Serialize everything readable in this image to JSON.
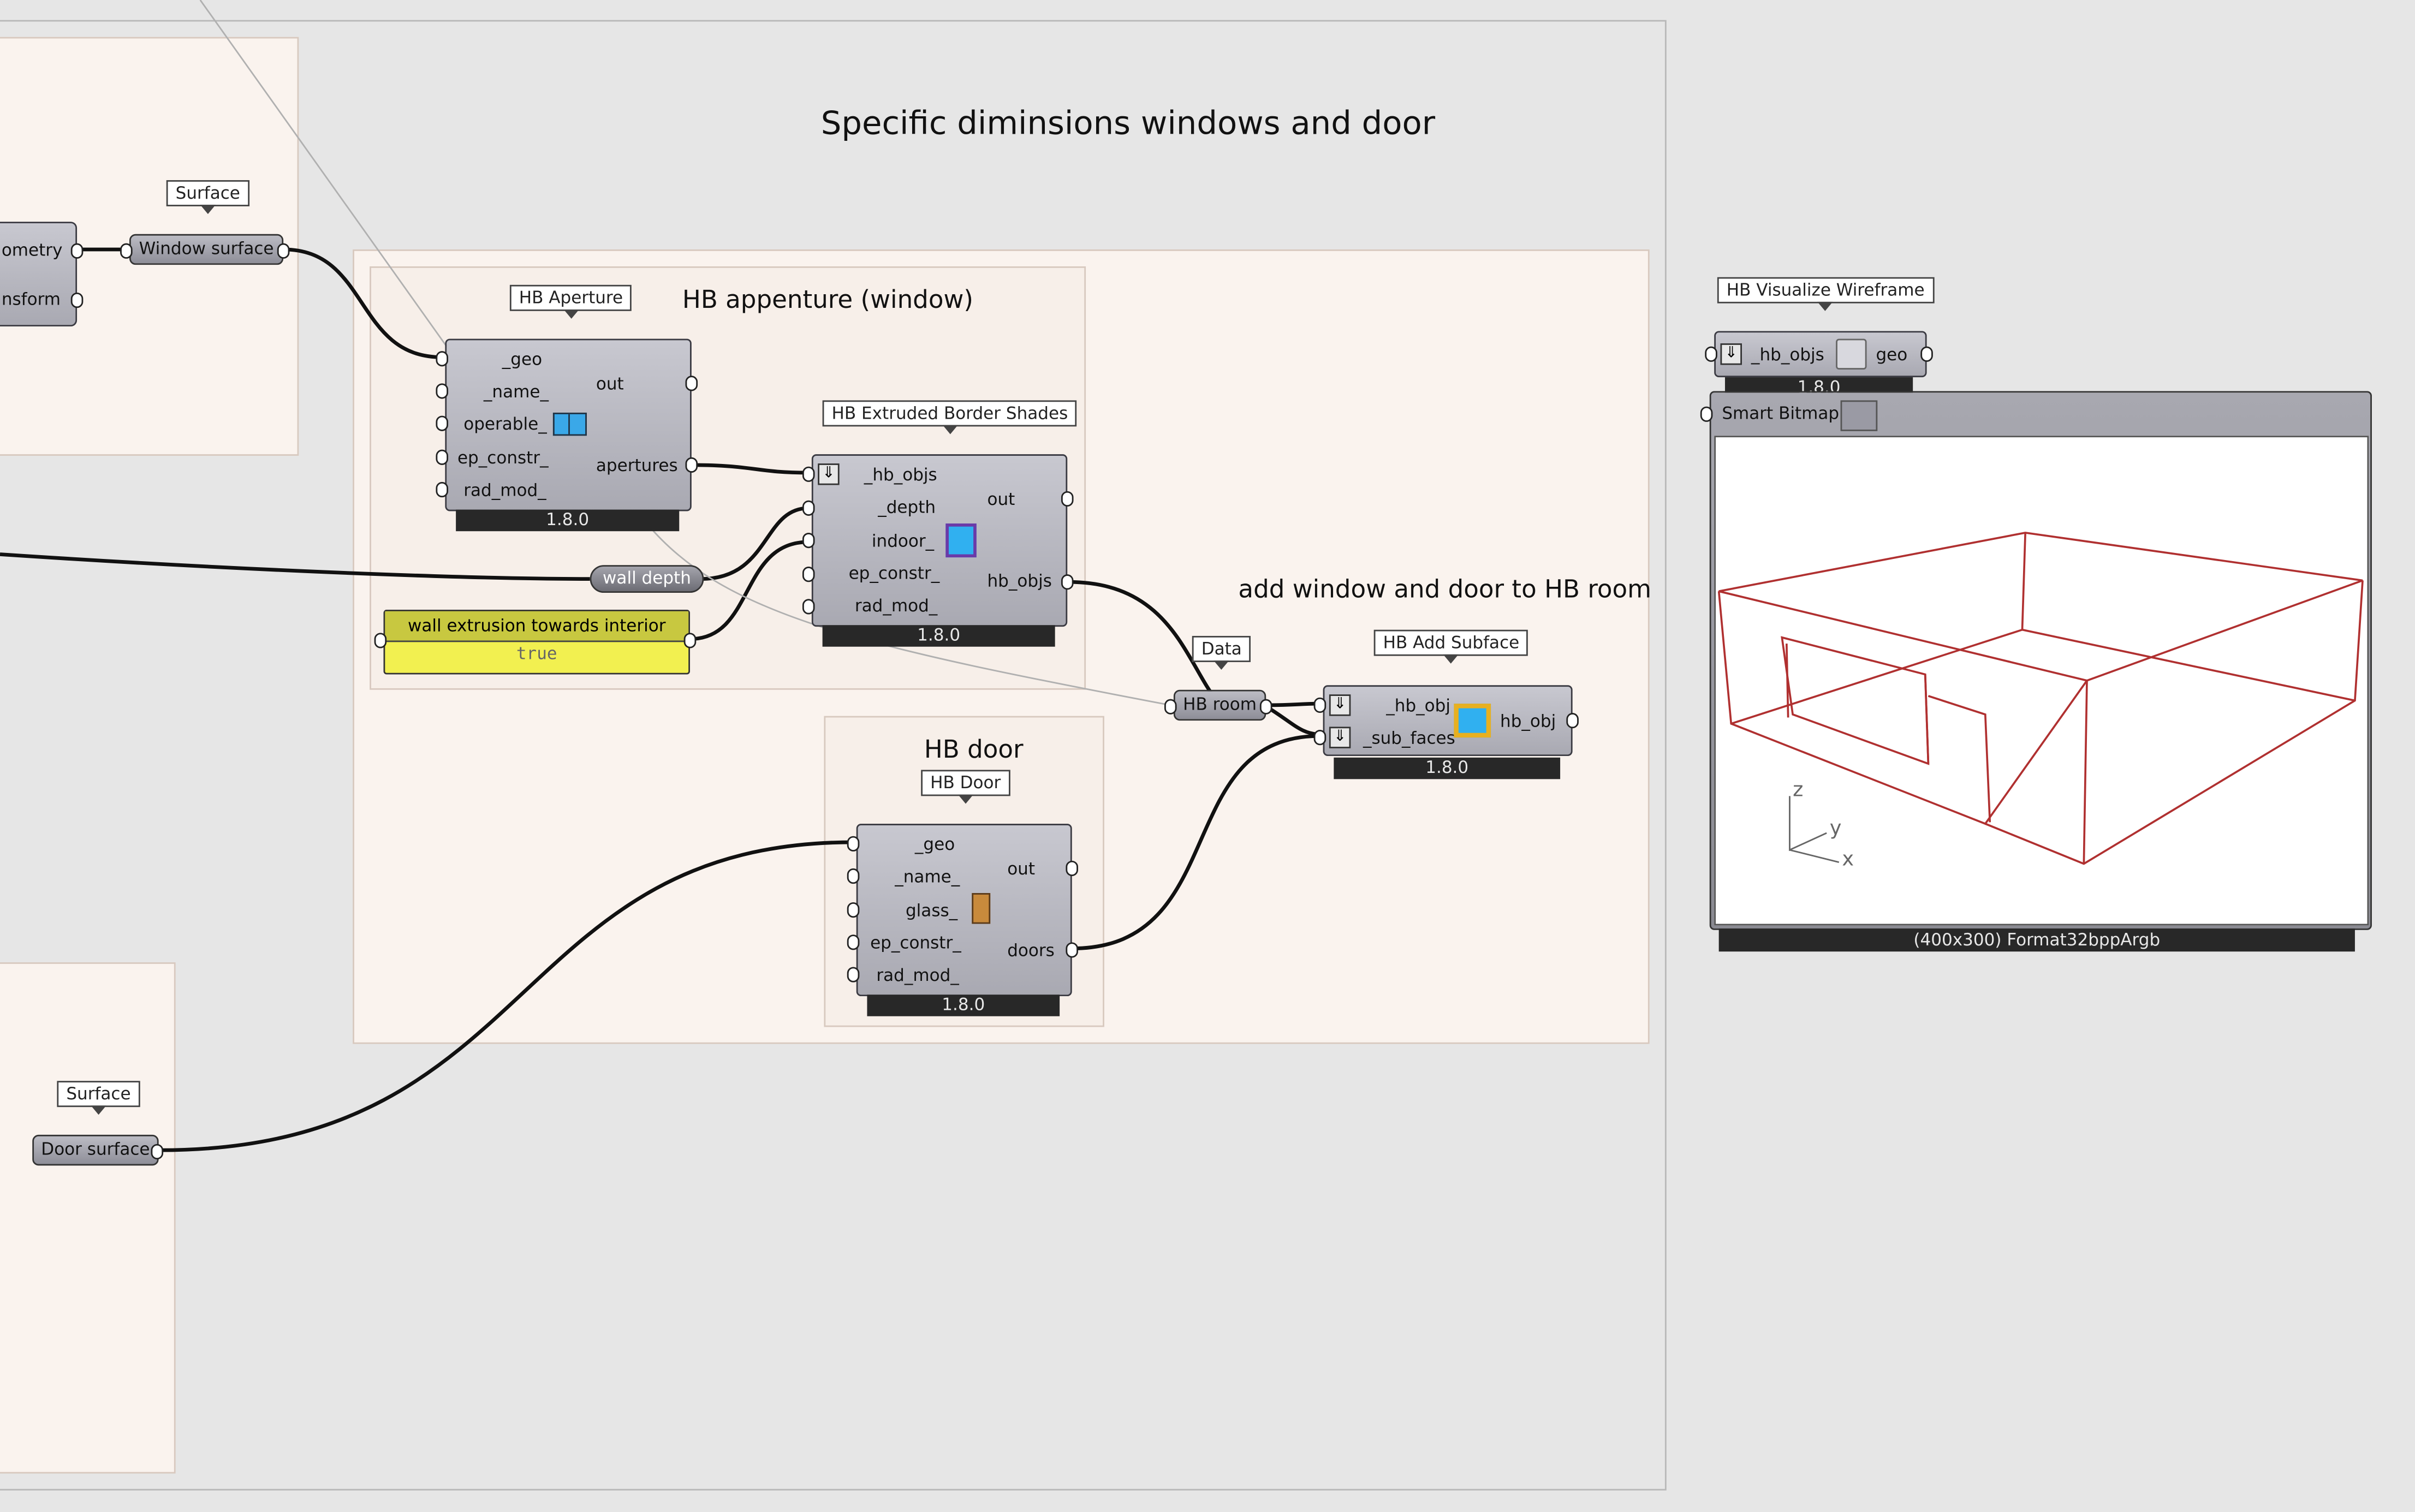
{
  "canvas": {
    "main_title": "Specific diminsions windows and door",
    "room_title": "add window and door to HB room"
  },
  "groups": {
    "aperture_title": "HB appenture (window)",
    "door_title": "HB door"
  },
  "left": {
    "geometry_label": "ometry",
    "transform_label": "nsform"
  },
  "surfaces": {
    "window_note": "Surface",
    "window_label": "Window surface",
    "door_note": "Surface",
    "door_label": "Door surface"
  },
  "aperture": {
    "note": "HB Aperture",
    "inputs": [
      "_geo",
      "_name_",
      "operable_",
      "ep_constr_",
      "rad_mod_"
    ],
    "outputs": [
      "out",
      "apertures"
    ],
    "version": "1.8.0"
  },
  "shades": {
    "note": "HB Extruded Border Shades",
    "inputs": [
      "_hb_objs",
      "_depth",
      "indoor_",
      "ep_constr_",
      "rad_mod_"
    ],
    "outputs": [
      "out",
      "hb_objs"
    ],
    "version": "1.8.0"
  },
  "wall_depth": {
    "label": "wall depth"
  },
  "toggle": {
    "label": "wall extrusion towards interior",
    "value": "true"
  },
  "door": {
    "note": "HB Door",
    "inputs": [
      "_geo",
      "_name_",
      "glass_",
      "ep_constr_",
      "rad_mod_"
    ],
    "outputs": [
      "out",
      "doors"
    ],
    "version": "1.8.0"
  },
  "room": {
    "note": "Data",
    "label": "HB room"
  },
  "subface": {
    "note": "HB Add Subface",
    "inputs": [
      "_hb_obj",
      "_sub_faces"
    ],
    "outputs": [
      "hb_obj"
    ],
    "version": "1.8.0"
  },
  "wireframe": {
    "note": "HB Visualize Wireframe",
    "input": "_hb_objs",
    "output": "geo",
    "version": "1.8.0"
  },
  "bitmap": {
    "label": "Smart Bitmap",
    "axes": [
      "z",
      "y",
      "x"
    ],
    "footer": "(400x300) Format32bppArgb"
  },
  "colors": {
    "wire": "#111111",
    "wireframe_line": "#b03030",
    "toggle_yellow": "#f2f050"
  }
}
